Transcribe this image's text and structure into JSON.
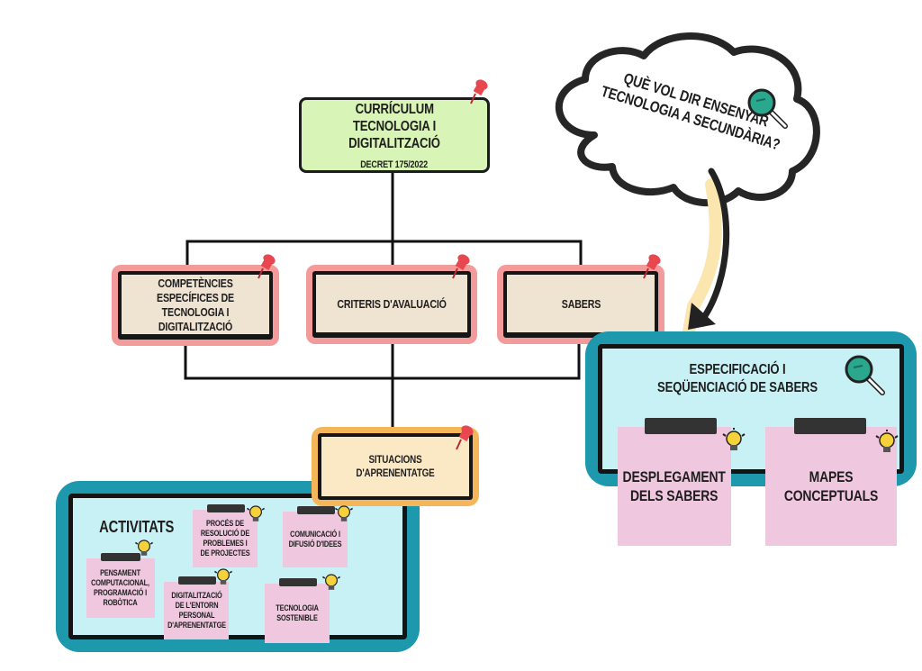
{
  "curriculum": {
    "title_line1": "Currículum",
    "title_line2": "Tecnologia i Digitalització",
    "decree": "Decret 175/2022"
  },
  "cloud": {
    "line1": "Què vol dir ensenyar",
    "line2": "tecnologia a secundària?"
  },
  "pillars": [
    {
      "label": "Competències específices de tecnologia i digitalització"
    },
    {
      "label": "Criteris d'avaluació"
    },
    {
      "label": "Sabers"
    }
  ],
  "situations": {
    "label": "Situacions d'aprenentatge"
  },
  "sabers_panel": {
    "title_line1": "Especificació i",
    "title_line2": "seqüenciació de sabers",
    "notes": [
      {
        "label": "Desplegament dels sabers"
      },
      {
        "label": "Mapes conceptuals"
      }
    ]
  },
  "activities_panel": {
    "title": "Activitats",
    "notes": [
      {
        "label": "Pensament computacional, programació i robòtica"
      },
      {
        "label": "Procés de resolució de problemes i de projectes"
      },
      {
        "label": "Digitalització de l'entorn personal d'aprenentatge"
      },
      {
        "label": "Comunicació i difusió d'idees"
      },
      {
        "label": "Tecnologia sostenible"
      }
    ]
  },
  "colors": {
    "curriculum_fill": "#d8f4b6",
    "pink_frame": "#f39a9a",
    "orange_frame": "#f5b65a",
    "teal_frame": "#1d98ad",
    "panel_fill": "#c8f1f5",
    "sticky_fill": "#efc7de",
    "pin": "#e8474f",
    "bulb": "#f5d23a",
    "magnifier": "#2aa88e"
  },
  "icons": {
    "pin": "pushpin-icon",
    "bulb": "lightbulb-icon",
    "magnifier": "magnifying-glass-icon",
    "arrow": "curved-arrow-icon"
  }
}
